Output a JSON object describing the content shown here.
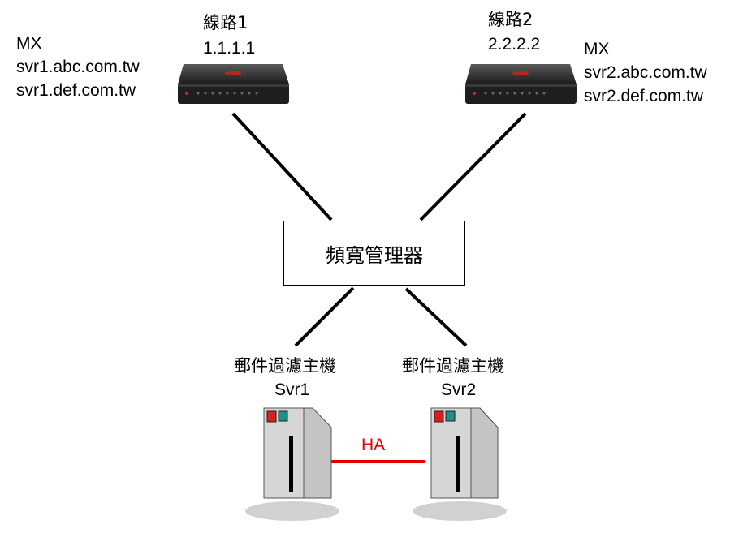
{
  "line1": {
    "name": "線路1",
    "ip": "1.1.1.1"
  },
  "line2": {
    "name": "線路2",
    "ip": "2.2.2.2"
  },
  "mx1": {
    "label": "MX",
    "hosts": [
      "svr1.abc.com.tw",
      "svr1.def.com.tw"
    ]
  },
  "mx2": {
    "label": "MX",
    "hosts": [
      "svr2.abc.com.tw",
      "svr2.def.com.tw"
    ]
  },
  "bandwidth_manager": {
    "label": "頻寬管理器"
  },
  "server1": {
    "title": "郵件過濾主機",
    "name": "Svr1"
  },
  "server2": {
    "title": "郵件過濾主機",
    "name": "Svr2"
  },
  "ha_link": {
    "label": "HA",
    "color": "#e10000"
  },
  "icons": {
    "router": "router-icon",
    "server": "server-icon"
  }
}
